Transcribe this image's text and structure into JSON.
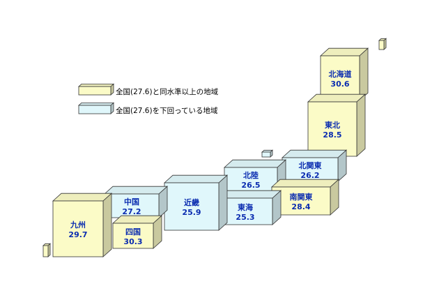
{
  "colors": {
    "at_or_above": "#fbfbc7",
    "below": "#e0f7fb",
    "label": "#0a2cb0"
  },
  "legend": [
    {
      "category": "at_or_above",
      "label": "全国(27.6)と同水準以上の地域"
    },
    {
      "category": "below",
      "label": "全国(27.6)を下回っている地域"
    }
  ],
  "regions": [
    {
      "id": "hokkaido",
      "name": "北海道",
      "value": "30.6",
      "category": "at_or_above"
    },
    {
      "id": "tohoku",
      "name": "東北",
      "value": "28.5",
      "category": "at_or_above"
    },
    {
      "id": "kitakanto",
      "name": "北関東",
      "value": "26.2",
      "category": "below"
    },
    {
      "id": "hokuriku",
      "name": "北陸",
      "value": "26.5",
      "category": "below"
    },
    {
      "id": "minamikanto",
      "name": "南関東",
      "value": "28.4",
      "category": "at_or_above"
    },
    {
      "id": "tokai",
      "name": "東海",
      "value": "25.3",
      "category": "below"
    },
    {
      "id": "kinki",
      "name": "近畿",
      "value": "25.9",
      "category": "below"
    },
    {
      "id": "chugoku",
      "name": "中国",
      "value": "27.2",
      "category": "below"
    },
    {
      "id": "shikoku",
      "name": "四国",
      "value": "30.3",
      "category": "at_or_above"
    },
    {
      "id": "kyushu",
      "name": "九州",
      "value": "29.7",
      "category": "at_or_above"
    }
  ],
  "islands": [
    {
      "id": "hokkaido-islet",
      "category": "at_or_above"
    },
    {
      "id": "sado-islet",
      "category": "below"
    },
    {
      "id": "okinawa-islet",
      "category": "at_or_above"
    }
  ]
}
